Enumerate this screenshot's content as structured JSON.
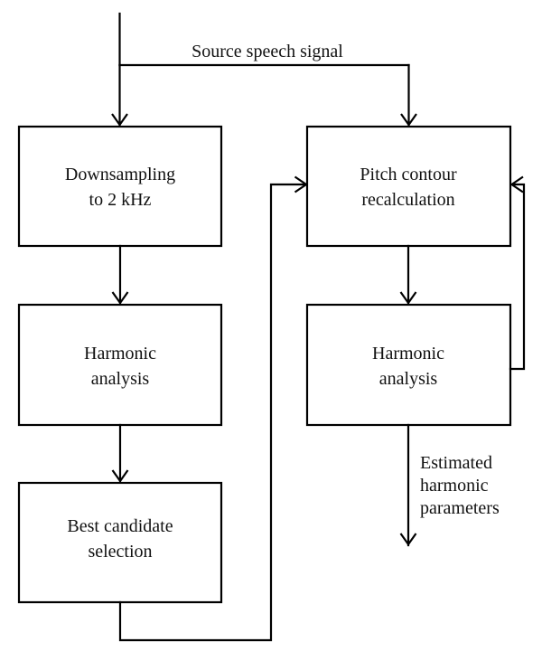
{
  "diagram": {
    "title": "Harmonic analysis pipeline flowchart",
    "type": "flowchart",
    "background_color": "#ffffff",
    "line_color": "#000000",
    "text_color": "#111111",
    "nodes": [
      {
        "id": "downsampling",
        "line1": "Downsampling",
        "line2": "to 2 kHz",
        "column": "left",
        "order": 1
      },
      {
        "id": "harmonic-analysis-left",
        "line1": "Harmonic",
        "line2": "analysis",
        "column": "left",
        "order": 2
      },
      {
        "id": "best-candidate-selection",
        "line1": "Best candidate",
        "line2": "selection",
        "column": "left",
        "order": 3
      },
      {
        "id": "pitch-contour-recalculation",
        "line1": "Pitch contour",
        "line2": "recalculation",
        "column": "right",
        "order": 1
      },
      {
        "id": "harmonic-analysis-right",
        "line1": "Harmonic",
        "line2": "analysis",
        "column": "right",
        "order": 2
      }
    ],
    "edge_labels": {
      "source_input": "Source speech signal",
      "output_line1": "Estimated",
      "output_line2": "harmonic",
      "output_line3": "parameters"
    }
  }
}
